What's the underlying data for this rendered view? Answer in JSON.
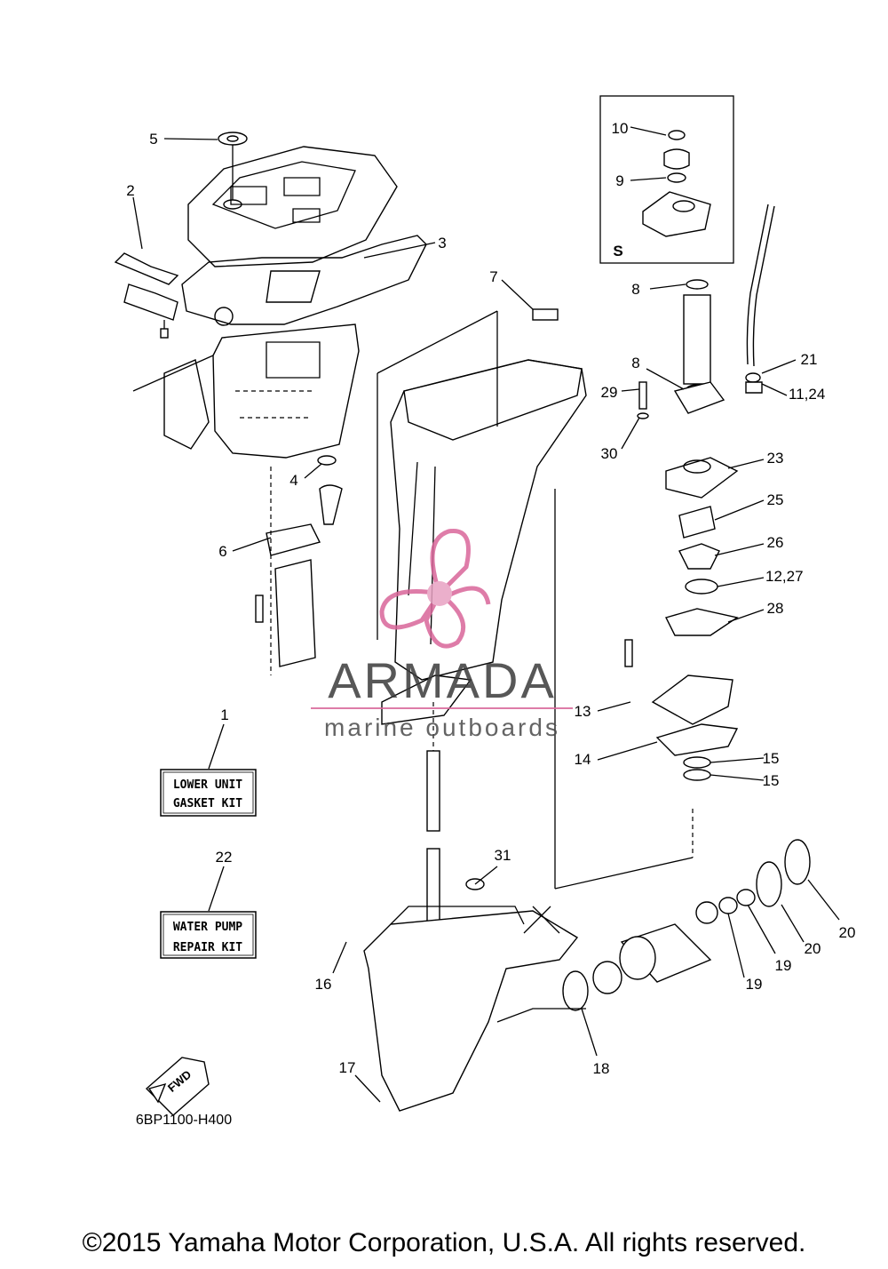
{
  "callouts": [
    {
      "id": "c1",
      "text": "1"
    },
    {
      "id": "c2",
      "text": "2"
    },
    {
      "id": "c3",
      "text": "3"
    },
    {
      "id": "c4",
      "text": "4"
    },
    {
      "id": "c5",
      "text": "5"
    },
    {
      "id": "c6",
      "text": "6"
    },
    {
      "id": "c7",
      "text": "7"
    },
    {
      "id": "c8a",
      "text": "8"
    },
    {
      "id": "c8b",
      "text": "8"
    },
    {
      "id": "c9",
      "text": "9"
    },
    {
      "id": "c10",
      "text": "10"
    },
    {
      "id": "c11",
      "text": "11,24"
    },
    {
      "id": "c12",
      "text": "12,27"
    },
    {
      "id": "c13",
      "text": "13"
    },
    {
      "id": "c14",
      "text": "14"
    },
    {
      "id": "c15a",
      "text": "15"
    },
    {
      "id": "c15b",
      "text": "15"
    },
    {
      "id": "c16",
      "text": "16"
    },
    {
      "id": "c17",
      "text": "17"
    },
    {
      "id": "c18",
      "text": "18"
    },
    {
      "id": "c19a",
      "text": "19"
    },
    {
      "id": "c19b",
      "text": "19"
    },
    {
      "id": "c20a",
      "text": "20"
    },
    {
      "id": "c20b",
      "text": "20"
    },
    {
      "id": "c21",
      "text": "21"
    },
    {
      "id": "c22",
      "text": "22"
    },
    {
      "id": "c23",
      "text": "23"
    },
    {
      "id": "c25",
      "text": "25"
    },
    {
      "id": "c26",
      "text": "26"
    },
    {
      "id": "c28",
      "text": "28"
    },
    {
      "id": "c29",
      "text": "29"
    },
    {
      "id": "c30",
      "text": "30"
    },
    {
      "id": "c31",
      "text": "31"
    }
  ],
  "kits": {
    "lower_unit_line1": "LOWER UNIT",
    "lower_unit_line2": "GASKET KIT",
    "water_pump_line1": "WATER PUMP",
    "water_pump_line2": "REPAIR KIT"
  },
  "inset_label": "S",
  "fwd_label": "FWD",
  "diagram_code": "6BP1100-H400",
  "watermark": {
    "brand": "ARMADA",
    "tagline": "marine outboards",
    "accent_color": "#d9669a"
  },
  "copyright": "©2015 Yamaha Motor Corporation, U.S.A. All rights reserved."
}
